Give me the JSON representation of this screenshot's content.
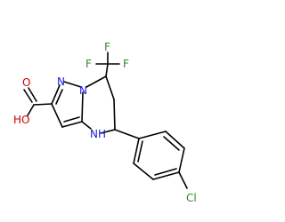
{
  "molecule": {
    "atoms": {
      "nitrogen_ring_top": "N",
      "nitrogen_bridge": "N",
      "amine": "NH",
      "acid_hydroxyl": "HO",
      "acid_carbonyl_oxygen": "O",
      "fluorine_top": "F",
      "fluorine_left": "F",
      "fluorine_right": "F",
      "chlorine": "Cl"
    },
    "colors": {
      "bond": "#000000",
      "nitrogen": "#1a1ad6",
      "oxygen": "#d10000",
      "halogen": "#2f8a24"
    }
  }
}
